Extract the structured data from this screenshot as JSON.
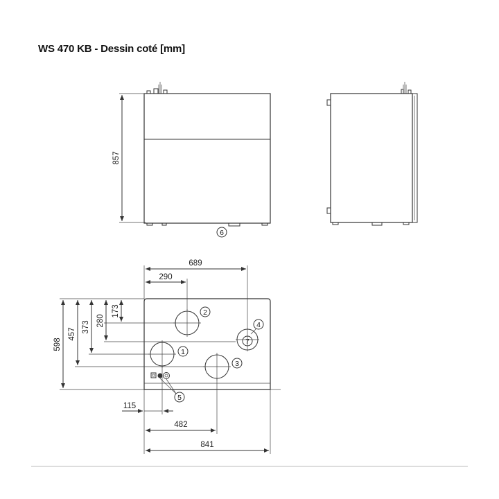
{
  "title": "WS 470 KB - Dessin coté [mm]",
  "front_view": {
    "height_dim": "857",
    "marker_6": "6"
  },
  "plan_view": {
    "dims": {
      "width_top": "689",
      "inner_290": "290",
      "height_598": "598",
      "height_457": "457",
      "height_373": "373",
      "height_280": "280",
      "height_173": "173",
      "bottom_115": "115",
      "bottom_482": "482",
      "bottom_841": "841"
    },
    "markers": {
      "m1": "1",
      "m2": "2",
      "m3": "3",
      "m4": "4",
      "m5": "5",
      "m7": "7"
    }
  }
}
